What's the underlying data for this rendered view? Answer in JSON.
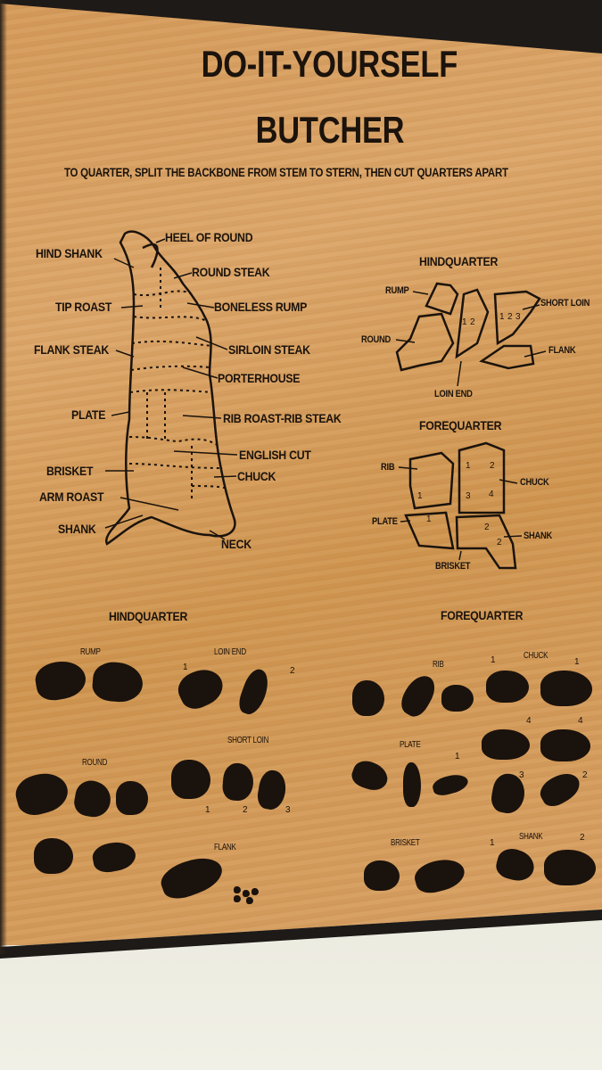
{
  "title": {
    "line1": "DO-IT-YOURSELF",
    "line2": "BUTCHER"
  },
  "subtitle": "TO QUARTER, SPLIT THE BACKBONE FROM STEM TO STERN, THEN CUT QUARTERS APART",
  "side_diagram": {
    "left_labels": [
      "HIND SHANK",
      "TIP ROAST",
      "FLANK STEAK",
      "PLATE",
      "BRISKET",
      "ARM ROAST",
      "SHANK"
    ],
    "right_labels": [
      "HEEL OF ROUND",
      "ROUND STEAK",
      "BONELESS RUMP",
      "SIRLOIN STEAK",
      "PORTERHOUSE",
      "RIB ROAST-RIB STEAK",
      "ENGLISH CUT",
      "CHUCK",
      "NECK"
    ]
  },
  "hindquarter_diagram": {
    "heading": "HINDQUARTER",
    "labels": [
      "RUMP",
      "ROUND",
      "LOIN END",
      "SHORT LOIN",
      "FLANK"
    ],
    "numbers": [
      "1",
      "2",
      "1",
      "2",
      "3"
    ]
  },
  "forequarter_diagram": {
    "heading": "FOREQUARTER",
    "labels": [
      "RIB",
      "CHUCK",
      "PLATE",
      "SHANK",
      "BRISKET"
    ],
    "numbers": [
      "1",
      "2",
      "3",
      "4",
      "1",
      "1",
      "2",
      "2"
    ]
  },
  "hindquarter_cuts": {
    "heading": "HINDQUARTER",
    "groups": [
      "RUMP",
      "LOIN END",
      "ROUND",
      "SHORT LOIN",
      "FLANK"
    ],
    "numbers": [
      "1",
      "2",
      "1",
      "2",
      "3"
    ]
  },
  "forequarter_cuts": {
    "heading": "FOREQUARTER",
    "groups": [
      "RIB",
      "CHUCK",
      "PLATE",
      "BRISKET",
      "SHANK"
    ],
    "numbers": [
      "1",
      "1",
      "4",
      "4",
      "1",
      "3",
      "2",
      "1",
      "2"
    ]
  },
  "colors": {
    "wood": "#d49a5a",
    "ink": "#1b130c",
    "frame": "#1d1a17",
    "wall": "#ecebe0"
  }
}
